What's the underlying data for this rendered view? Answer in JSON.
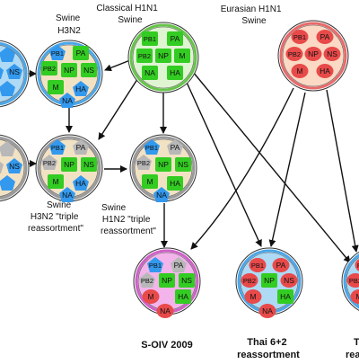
{
  "virus_labels": {
    "swine_h3n2": [
      "Swine",
      "H3N2"
    ],
    "classical_h1n1": [
      "Classical H1N1",
      "Swine"
    ],
    "eurasian_h1n1": [
      "Eurasian H1N1",
      "Swine"
    ],
    "triple_h3n2": [
      "Swine",
      "H3N2 \"triple",
      "reassortment\""
    ],
    "triple_h1n2": [
      "Swine",
      "H1N2 \"triple",
      "reassortment\""
    ],
    "soiv": "S-OIV 2009",
    "thai": [
      "Thai 6+2",
      "reassortment"
    ],
    "cut_right": [
      "T",
      "rea"
    ]
  },
  "segment_labels": {
    "PB1": "PB1",
    "PB2": "PB2",
    "PA": "PA",
    "HA": "HA",
    "NP": "NP",
    "NA": "NA",
    "M": "M",
    "NS": "NS"
  },
  "colors": {
    "green": "#33cc22",
    "blue": "#3399ee",
    "gray": "#b8b8b8",
    "red": "#e84a4a",
    "ring_blue": "#4aa6e8",
    "ring_green": "#66c44a",
    "ring_red": "#e86a6a",
    "ring_gray": "#9a9a9a",
    "ring_pink": "#d060c8",
    "fill_tan": "#f2e2c4",
    "fill_lightgreen": "#dff5d2",
    "fill_peach": "#fbd9c4",
    "fill_lightblue": "#aedaf5",
    "fill_pink": "#f2b4ea"
  },
  "icons": {
    "square_segment": "rounded-square",
    "pentagon_segment": "pentagon",
    "oval_segment": "ellipse"
  }
}
